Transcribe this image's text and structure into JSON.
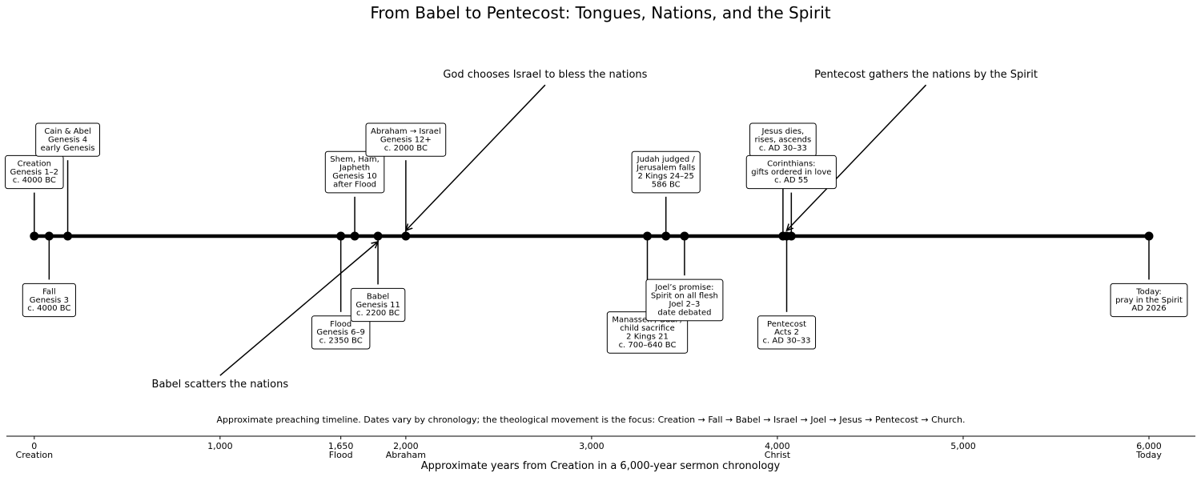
{
  "chart_data": {
    "type": "timeline",
    "title": "From Babel to Pentecost: Tongues, Nations, and the Spirit",
    "xlabel": "Approximate years from Creation in a 6,000-year sermon chronology",
    "xlim": [
      -150,
      6250
    ],
    "ticks": [
      {
        "value": 0,
        "label": "0",
        "sub": "Creation"
      },
      {
        "value": 1000,
        "label": "1,000",
        "sub": ""
      },
      {
        "value": 1650,
        "label": "1,650",
        "sub": "Flood"
      },
      {
        "value": 2000,
        "label": "2,000",
        "sub": "Abraham"
      },
      {
        "value": 3000,
        "label": "3,000",
        "sub": ""
      },
      {
        "value": 4000,
        "label": "4,000",
        "sub": "Christ"
      },
      {
        "value": 5000,
        "label": "5,000",
        "sub": ""
      },
      {
        "value": 6000,
        "label": "6,000",
        "sub": "Today"
      }
    ],
    "events": [
      {
        "x": 0,
        "level": 0.93,
        "label": [
          "Creation",
          "Genesis 1–2",
          "c. 4000 BC"
        ]
      },
      {
        "x": 80,
        "level": -0.93,
        "label": [
          "Fall",
          "Genesis 3",
          "c. 4000 BC"
        ]
      },
      {
        "x": 180,
        "level": 1.4,
        "label": [
          "Cain & Abel",
          "Genesis 4",
          "early Genesis"
        ]
      },
      {
        "x": 1650,
        "level": -1.4,
        "label": [
          "Flood",
          "Genesis 6–9",
          "c. 2350 BC"
        ]
      },
      {
        "x": 1725,
        "level": 0.93,
        "label": [
          "Shem, Ham,",
          "Japheth",
          "Genesis 10",
          "after Flood"
        ]
      },
      {
        "x": 1850,
        "level": -1.0,
        "label": [
          "Babel",
          "Genesis 11",
          "c. 2200 BC"
        ]
      },
      {
        "x": 2000,
        "level": 1.4,
        "label": [
          "Abraham → Israel",
          "Genesis 12+",
          "c. 2000 BC"
        ]
      },
      {
        "x": 3300,
        "level": -1.4,
        "label": [
          "Manasseh / Baal /",
          "child sacrifice",
          "2 Kings 21",
          "c. 700–640 BC"
        ]
      },
      {
        "x": 3400,
        "level": 0.93,
        "label": [
          "Judah judged /",
          "Jerusalem falls",
          "2 Kings 24–25",
          "586 BC"
        ]
      },
      {
        "x": 3500,
        "level": -0.93,
        "label": [
          "Joel’s promise:",
          "Spirit on all flesh",
          "Joel 2–3",
          "date debated"
        ]
      },
      {
        "x": 4030,
        "level": 1.4,
        "label": [
          "Jesus dies,",
          "rises, ascends",
          "c. AD 30–33"
        ]
      },
      {
        "x": 4050,
        "level": -1.4,
        "label": [
          "Pentecost",
          "Acts 2",
          "c. AD 30–33"
        ]
      },
      {
        "x": 4075,
        "level": 0.93,
        "label": [
          "Corinthians:",
          "gifts ordered in love",
          "c. AD 55"
        ]
      },
      {
        "x": 6000,
        "level": -0.93,
        "label": [
          "Today:",
          "pray in the Spirit",
          "AD 2026"
        ]
      }
    ],
    "annotations": [
      {
        "text": "Babel scatters the nations",
        "target_x": 1850,
        "text_x": 1000,
        "text_level": -2.2
      },
      {
        "text": "God chooses Israel to bless the nations",
        "target_x": 2000,
        "text_x": 2750,
        "text_level": 2.3
      },
      {
        "text": "Pentecost gathers the nations by the Spirit",
        "target_x": 4050,
        "text_x": 4800,
        "text_level": 2.3
      }
    ],
    "caption": "Approximate preaching timeline. Dates vary by chronology; the theological movement is the focus: Creation → Fall → Babel → Israel → Joel → Jesus → Pentecost → Church."
  }
}
